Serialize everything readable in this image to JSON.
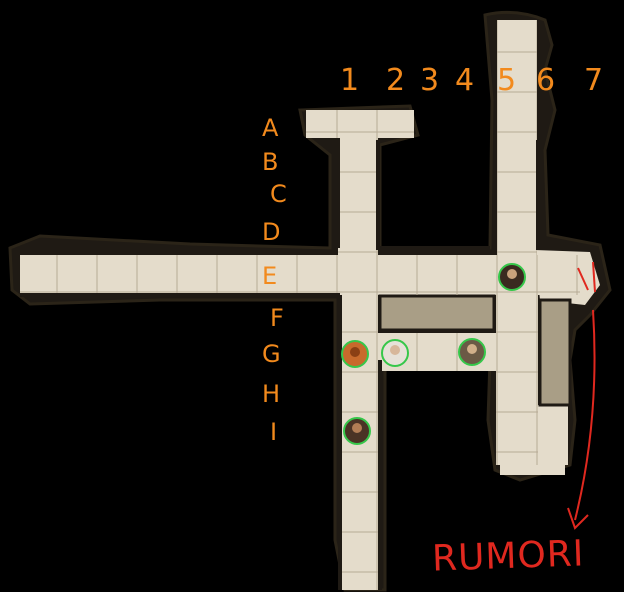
{
  "map": {
    "column_labels": [
      "1",
      "2",
      "3",
      "4",
      "5",
      "6",
      "7"
    ],
    "row_labels": [
      "A",
      "B",
      "C",
      "D",
      "E",
      "F",
      "G",
      "H",
      "I"
    ],
    "annotation": "RUMORI",
    "tokens": [
      {
        "name": "token-hero-lizard",
        "icon": "lizard-portrait"
      },
      {
        "name": "token-hero-elf",
        "icon": "elf-portrait"
      },
      {
        "name": "token-hero-rogue",
        "icon": "rogue-portrait"
      },
      {
        "name": "token-hero-monk",
        "icon": "monk-portrait"
      },
      {
        "name": "token-hero-warrior",
        "icon": "warrior-portrait"
      }
    ],
    "colors": {
      "floor": "#e4dccb",
      "wall": "#1f1a14",
      "stone": "#bdb19a",
      "grid": "#b6ab96",
      "label": "#f28a1d",
      "annotation": "#e0281f",
      "token_ring": "#36c74a"
    }
  }
}
